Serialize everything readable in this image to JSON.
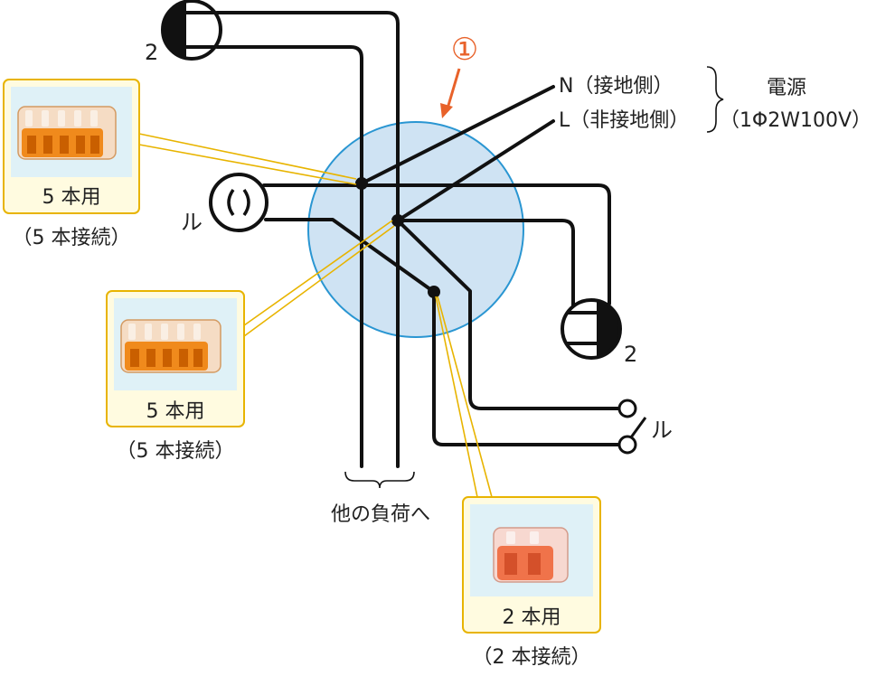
{
  "marker": {
    "number": "①",
    "color": "#e8622a"
  },
  "power": {
    "n_label": "N（接地側）",
    "l_label": "L（非接地側）",
    "title": "電源",
    "spec": "（1Φ2W100V）"
  },
  "lamps": {
    "top_label": "2",
    "right_label": "2",
    "outlet_label": "ル",
    "switch_label": "ル"
  },
  "other_loads": "他の負荷へ",
  "connectors": [
    {
      "size": "5 本用",
      "note": "（5 本接続）"
    },
    {
      "size": "5 本用",
      "note": "（5 本接続）"
    },
    {
      "size": "2 本用",
      "note": "（2 本接続）"
    }
  ],
  "colors": {
    "junction_fill": "#cfe3f3",
    "junction_stroke": "#2a96d2",
    "leader": "#e8b400",
    "card_fill": "#fffbe0",
    "connector_orange": "#f08a1c"
  }
}
